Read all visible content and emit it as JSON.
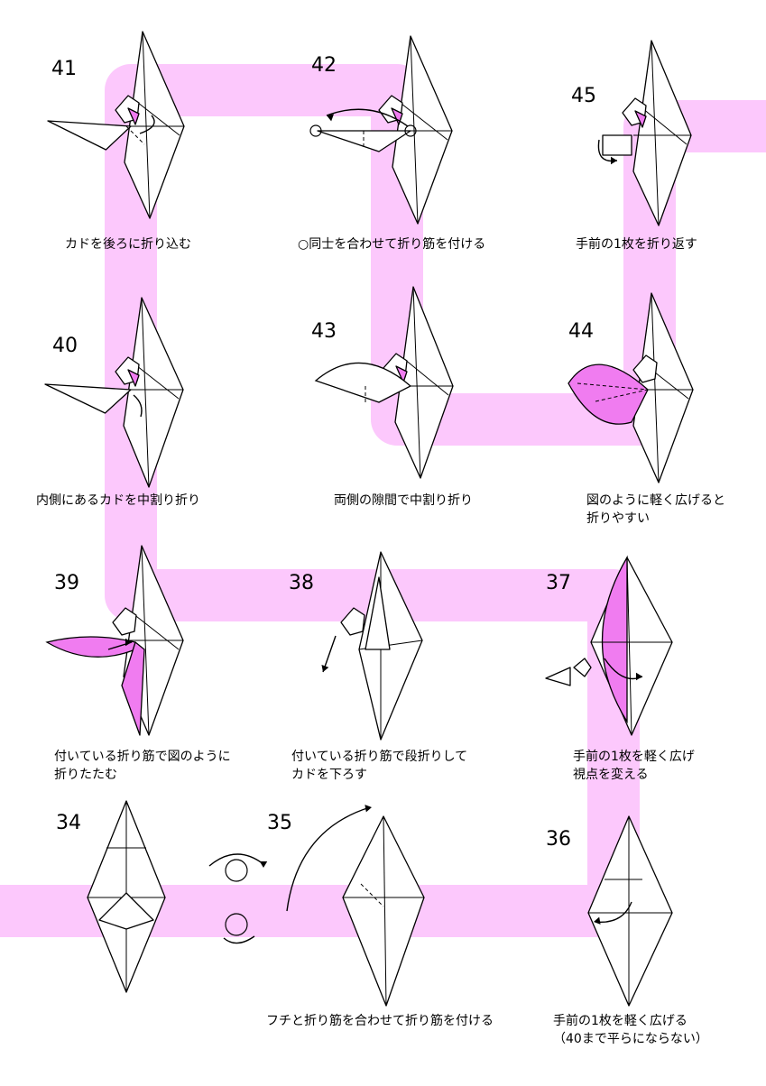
{
  "steps": [
    {
      "num": "41",
      "caption": [
        "カドを後ろに折り込む"
      ]
    },
    {
      "num": "42",
      "caption": [
        "○同士を合わせて折り筋を付ける"
      ]
    },
    {
      "num": "45",
      "caption": [
        "手前の1枚を折り返す"
      ]
    },
    {
      "num": "40",
      "caption": [
        "内側にあるカドを中割り折り"
      ]
    },
    {
      "num": "43",
      "caption": [
        "両側の隙間で中割り折り"
      ]
    },
    {
      "num": "44",
      "caption": [
        "図のように軽く広げると",
        "折りやすい"
      ]
    },
    {
      "num": "39",
      "caption": [
        "付いている折り筋で図のように",
        "折りたたむ"
      ]
    },
    {
      "num": "38",
      "caption": [
        "付いている折り筋で段折りして",
        "カドを下ろす"
      ]
    },
    {
      "num": "37",
      "caption": [
        "手前の1枚を軽く広げ",
        "視点を変える"
      ]
    },
    {
      "num": "34",
      "caption": []
    },
    {
      "num": "35",
      "caption": [
        "フチと折り筋を合わせて折り筋を付ける"
      ]
    },
    {
      "num": "36",
      "caption": [
        "手前の1枚を軽く広げる",
        "（40まで平らにならない）"
      ]
    }
  ],
  "colors": {
    "path": "#fcc8fc",
    "paper": "#ffffff",
    "color_side": "#f07cf0",
    "line": "#000000"
  }
}
